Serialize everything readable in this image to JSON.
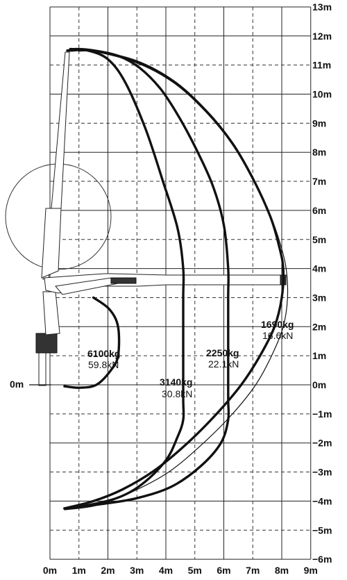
{
  "chart_data": {
    "type": "load-chart",
    "x_tick_labels": [
      "0m",
      "1m",
      "2m",
      "3m",
      "4m",
      "5m",
      "6m",
      "7m",
      "8m",
      "9m"
    ],
    "y_tick_labels": [
      "13m",
      "12m",
      "11m",
      "10m",
      "9m",
      "8m",
      "7m",
      "6m",
      "5m",
      "4m",
      "3m",
      "2m",
      "1m",
      "0m",
      "−1m",
      "−2m",
      "−3m",
      "−4m",
      "−5m",
      "−6m"
    ],
    "origin_label": "0m",
    "xlim": [
      0,
      9
    ],
    "ylim": [
      -6,
      13
    ],
    "grid": true,
    "load_zones": [
      {
        "capacity_kg": "6100kg",
        "capacity_kn": "59.8kN",
        "max_reach_m": 2.3
      },
      {
        "capacity_kg": "3140kg",
        "capacity_kn": "30.8kN",
        "max_reach_m": 4.6
      },
      {
        "capacity_kg": "2250kg",
        "capacity_kn": "22.1kN",
        "max_reach_m": 6.2
      },
      {
        "capacity_kg": "1690kg",
        "capacity_kn": "16.6kN",
        "max_reach_m": 8.1
      }
    ],
    "series": [
      {
        "points": [
          [
            0.6,
            11.5
          ],
          [
            0.75,
            11.5
          ],
          [
            1.3,
            11.5
          ],
          [
            2.0,
            11.2
          ],
          [
            2.6,
            10.4
          ],
          [
            3.3,
            8.8
          ],
          [
            3.9,
            7.0
          ],
          [
            4.4,
            5.4
          ],
          [
            4.6,
            4.0
          ],
          [
            4.6,
            3.0
          ],
          [
            4.6,
            1.0
          ],
          [
            4.6,
            -0.5
          ],
          [
            4.6,
            -1.2
          ],
          [
            4.4,
            -1.8
          ],
          [
            4.0,
            -2.6
          ],
          [
            3.2,
            -3.4
          ],
          [
            2.3,
            -3.9
          ],
          [
            1.0,
            -4.2
          ],
          [
            0.5,
            -4.25
          ]
        ]
      },
      {
        "points": [
          [
            1.0,
            11.5
          ],
          [
            1.5,
            11.5
          ],
          [
            2.4,
            11.3
          ],
          [
            3.1,
            10.9
          ],
          [
            3.8,
            10.2
          ],
          [
            4.4,
            9.3
          ],
          [
            5.0,
            8.2
          ],
          [
            5.6,
            6.9
          ],
          [
            6.0,
            5.5
          ],
          [
            6.15,
            4.0
          ],
          [
            6.15,
            3.0
          ],
          [
            6.15,
            1.0
          ],
          [
            6.15,
            -0.5
          ],
          [
            6.15,
            -1.2
          ],
          [
            5.9,
            -2.0
          ],
          [
            5.2,
            -2.8
          ],
          [
            4.2,
            -3.5
          ],
          [
            3.0,
            -3.9
          ],
          [
            1.8,
            -4.1
          ],
          [
            0.5,
            -4.25
          ]
        ]
      },
      {
        "points": [
          [
            0.7,
            11.55
          ],
          [
            1.5,
            11.5
          ],
          [
            3.0,
            11.1
          ],
          [
            4.3,
            10.4
          ],
          [
            5.4,
            9.4
          ],
          [
            6.3,
            8.3
          ],
          [
            7.0,
            7.1
          ],
          [
            7.6,
            5.8
          ],
          [
            7.9,
            4.8
          ],
          [
            8.05,
            4.0
          ],
          [
            8.0,
            3.0
          ],
          [
            7.75,
            2.0
          ],
          [
            7.25,
            1.0
          ],
          [
            6.6,
            0.0
          ],
          [
            5.75,
            -1.0
          ],
          [
            4.75,
            -2.0
          ],
          [
            3.6,
            -2.95
          ],
          [
            2.5,
            -3.6
          ],
          [
            1.5,
            -4.0
          ],
          [
            0.5,
            -4.25
          ]
        ]
      },
      {
        "points": [
          [
            0.6,
            11.5
          ],
          [
            1.5,
            11.5
          ],
          [
            3.0,
            11.15
          ],
          [
            4.3,
            10.45
          ],
          [
            5.4,
            9.45
          ],
          [
            6.3,
            8.35
          ],
          [
            7.0,
            7.15
          ],
          [
            7.6,
            5.85
          ],
          [
            7.95,
            4.85
          ],
          [
            8.15,
            4.0
          ],
          [
            8.2,
            3.0
          ],
          [
            8.05,
            2.0
          ],
          [
            7.65,
            1.0
          ],
          [
            7.1,
            0.0
          ],
          [
            6.3,
            -1.0
          ],
          [
            5.3,
            -2.0
          ],
          [
            4.1,
            -3.0
          ],
          [
            2.8,
            -3.7
          ],
          [
            1.6,
            -4.15
          ],
          [
            0.5,
            -4.3
          ]
        ]
      },
      {
        "points": [
          [
            1.5,
            3.0
          ],
          [
            2.05,
            2.6
          ],
          [
            2.35,
            2.0
          ],
          [
            2.35,
            1.0
          ],
          [
            2.1,
            0.5
          ],
          [
            1.6,
            0.0
          ],
          [
            1.0,
            -0.1
          ],
          [
            0.5,
            -0.05
          ]
        ]
      }
    ]
  }
}
